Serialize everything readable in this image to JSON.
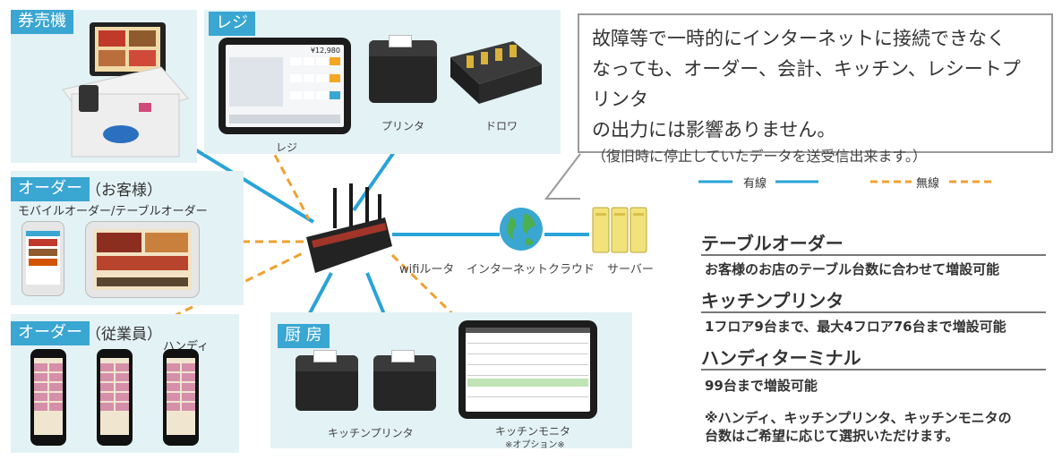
{
  "panels": {
    "ticket": {
      "tag": "券売機"
    },
    "register": {
      "tag": "レジ",
      "items": [
        "レジ",
        "プリンタ",
        "ドロワ"
      ],
      "screen_total": "¥12,980"
    },
    "order_customer": {
      "tag": "オーダー",
      "paren": "（お客様）",
      "sub": "モバイルオーダー/テーブルオーダー"
    },
    "order_staff": {
      "tag": "オーダー",
      "paren": "（従業員）",
      "sub": "ハンディ"
    },
    "kitchen": {
      "tag": "厨 房",
      "items": [
        "キッチンプリンタ",
        "キッチンモニタ"
      ],
      "option": "※オプション※"
    }
  },
  "network": {
    "router": "wifiルータ",
    "cloud": "インターネットクラウド",
    "server": "サーバー"
  },
  "note": {
    "lines": [
      "故障等で一時的にインターネットに接続できなく",
      "なっても、オーダー、会計、キッチン、レシートプリンタ",
      "の出力には影響ありません。"
    ],
    "small": "（復旧時に停止していたデータを送受信出来ます。）"
  },
  "legend": {
    "wired": "有線",
    "wireless": "無線",
    "wired_color": "#29a3d8",
    "wireless_color": "#f0a030"
  },
  "info": [
    {
      "title": "テーブルオーダー",
      "desc": "お客様のお店のテーブル台数に合わせて増設可能"
    },
    {
      "title": "キッチンプリンタ",
      "desc": "1フロア9台まで、最大4フロア76台まで増設可能"
    },
    {
      "title": "ハンディターミナル",
      "desc": "99台まで増設可能"
    }
  ],
  "footnote": [
    "※ハンディ、キッチンプリンタ、キッチンモニタの",
    "台数はご希望に応じて選択いただけます。"
  ]
}
